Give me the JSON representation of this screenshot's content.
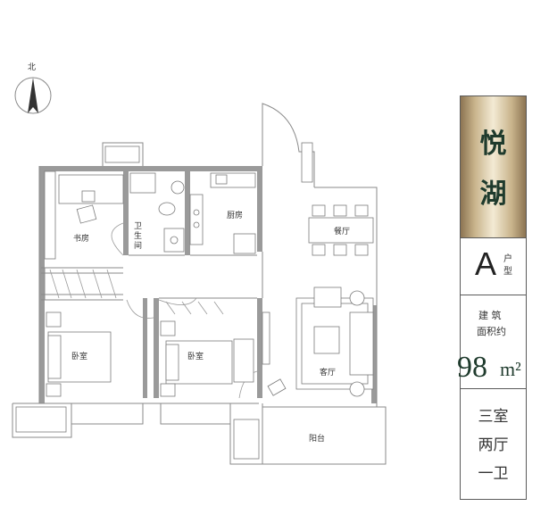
{
  "compass": {
    "north_label": "北",
    "icon": "north-arrow-icon"
  },
  "rooms": {
    "study": "书房",
    "bathroom_line1": "卫",
    "bathroom_line2": "生",
    "bathroom_line3": "间",
    "kitchen": "厨房",
    "dining": "餐厅",
    "bedroom_left": "卧室",
    "bedroom_mid": "卧室",
    "living": "客厅",
    "balcony": "阳台"
  },
  "panel": {
    "brand_char_1": "悦",
    "brand_char_2": "湖",
    "type_letter": "A",
    "type_sub_1": "户",
    "type_sub_2": "型",
    "area_label_1": "建 筑",
    "area_label_2": "面积约",
    "area_value": "98",
    "area_unit": "m²",
    "layout_1": "三室",
    "layout_2": "两厅",
    "layout_3": "一卫"
  },
  "colors": {
    "brand_green": "#1f3b2d",
    "wall_gray": "#9a9a9a",
    "gold": "#c9b48c"
  }
}
